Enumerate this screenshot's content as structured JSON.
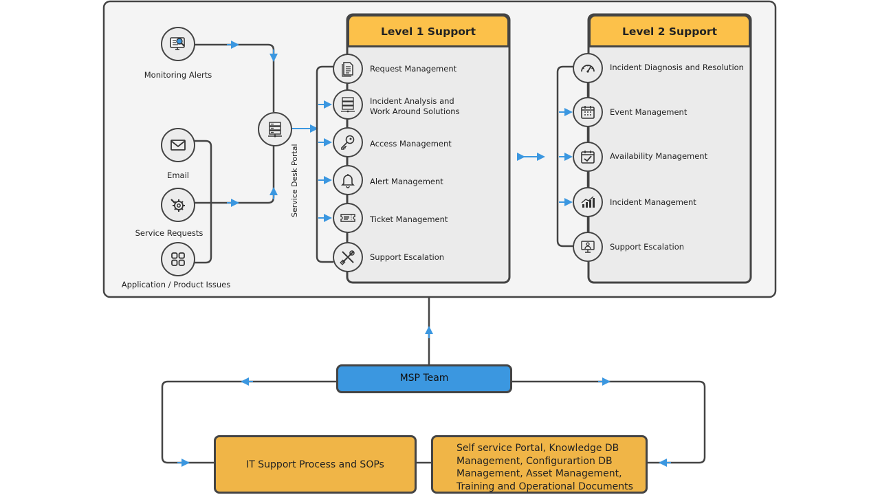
{
  "sources": {
    "monitoring_alerts": "Monitoring Alerts",
    "email": "Email",
    "service_requests": "Service Requests",
    "application_issues": "Application / Product Issues"
  },
  "portal_label": "Service Desk Portal",
  "level1": {
    "title": "Level 1 Support",
    "items": [
      {
        "label": "Request Management",
        "icon": "document-icon"
      },
      {
        "label": "Incident Analysis and\nWork Around Solutions",
        "icon": "server-rack-icon"
      },
      {
        "label": "Access Management",
        "icon": "key-icon"
      },
      {
        "label": "Alert Management",
        "icon": "bell-icon"
      },
      {
        "label": "Ticket Management",
        "icon": "ticket-icon"
      },
      {
        "label": "Support Escalation",
        "icon": "tools-icon"
      }
    ]
  },
  "level2": {
    "title": "Level 2 Support",
    "items": [
      {
        "label": "Incident Diagnosis and Resolution",
        "icon": "gauge-icon"
      },
      {
        "label": "Event Management",
        "icon": "calendar-icon"
      },
      {
        "label": "Availability Management",
        "icon": "calendar-check-icon"
      },
      {
        "label": "Incident Management",
        "icon": "bar-chart-icon"
      },
      {
        "label": "Support Escalation",
        "icon": "presenter-icon"
      }
    ]
  },
  "msp_team": "MSP Team",
  "it_support": "IT Support Process and SOPs",
  "self_service_lines": [
    "Self service Portal, Knowledge DB",
    "Management, Configurartion DB",
    "Management, Asset Management,",
    "Training and Operational Documents"
  ],
  "colors": {
    "header_fill": "#fcc14a",
    "msp_fill": "#3b97e0",
    "bottom_box_fill": "#f0b547",
    "arrow": "#3b97e0",
    "line": "#444444",
    "panel_bg": "#f4f4f4"
  }
}
